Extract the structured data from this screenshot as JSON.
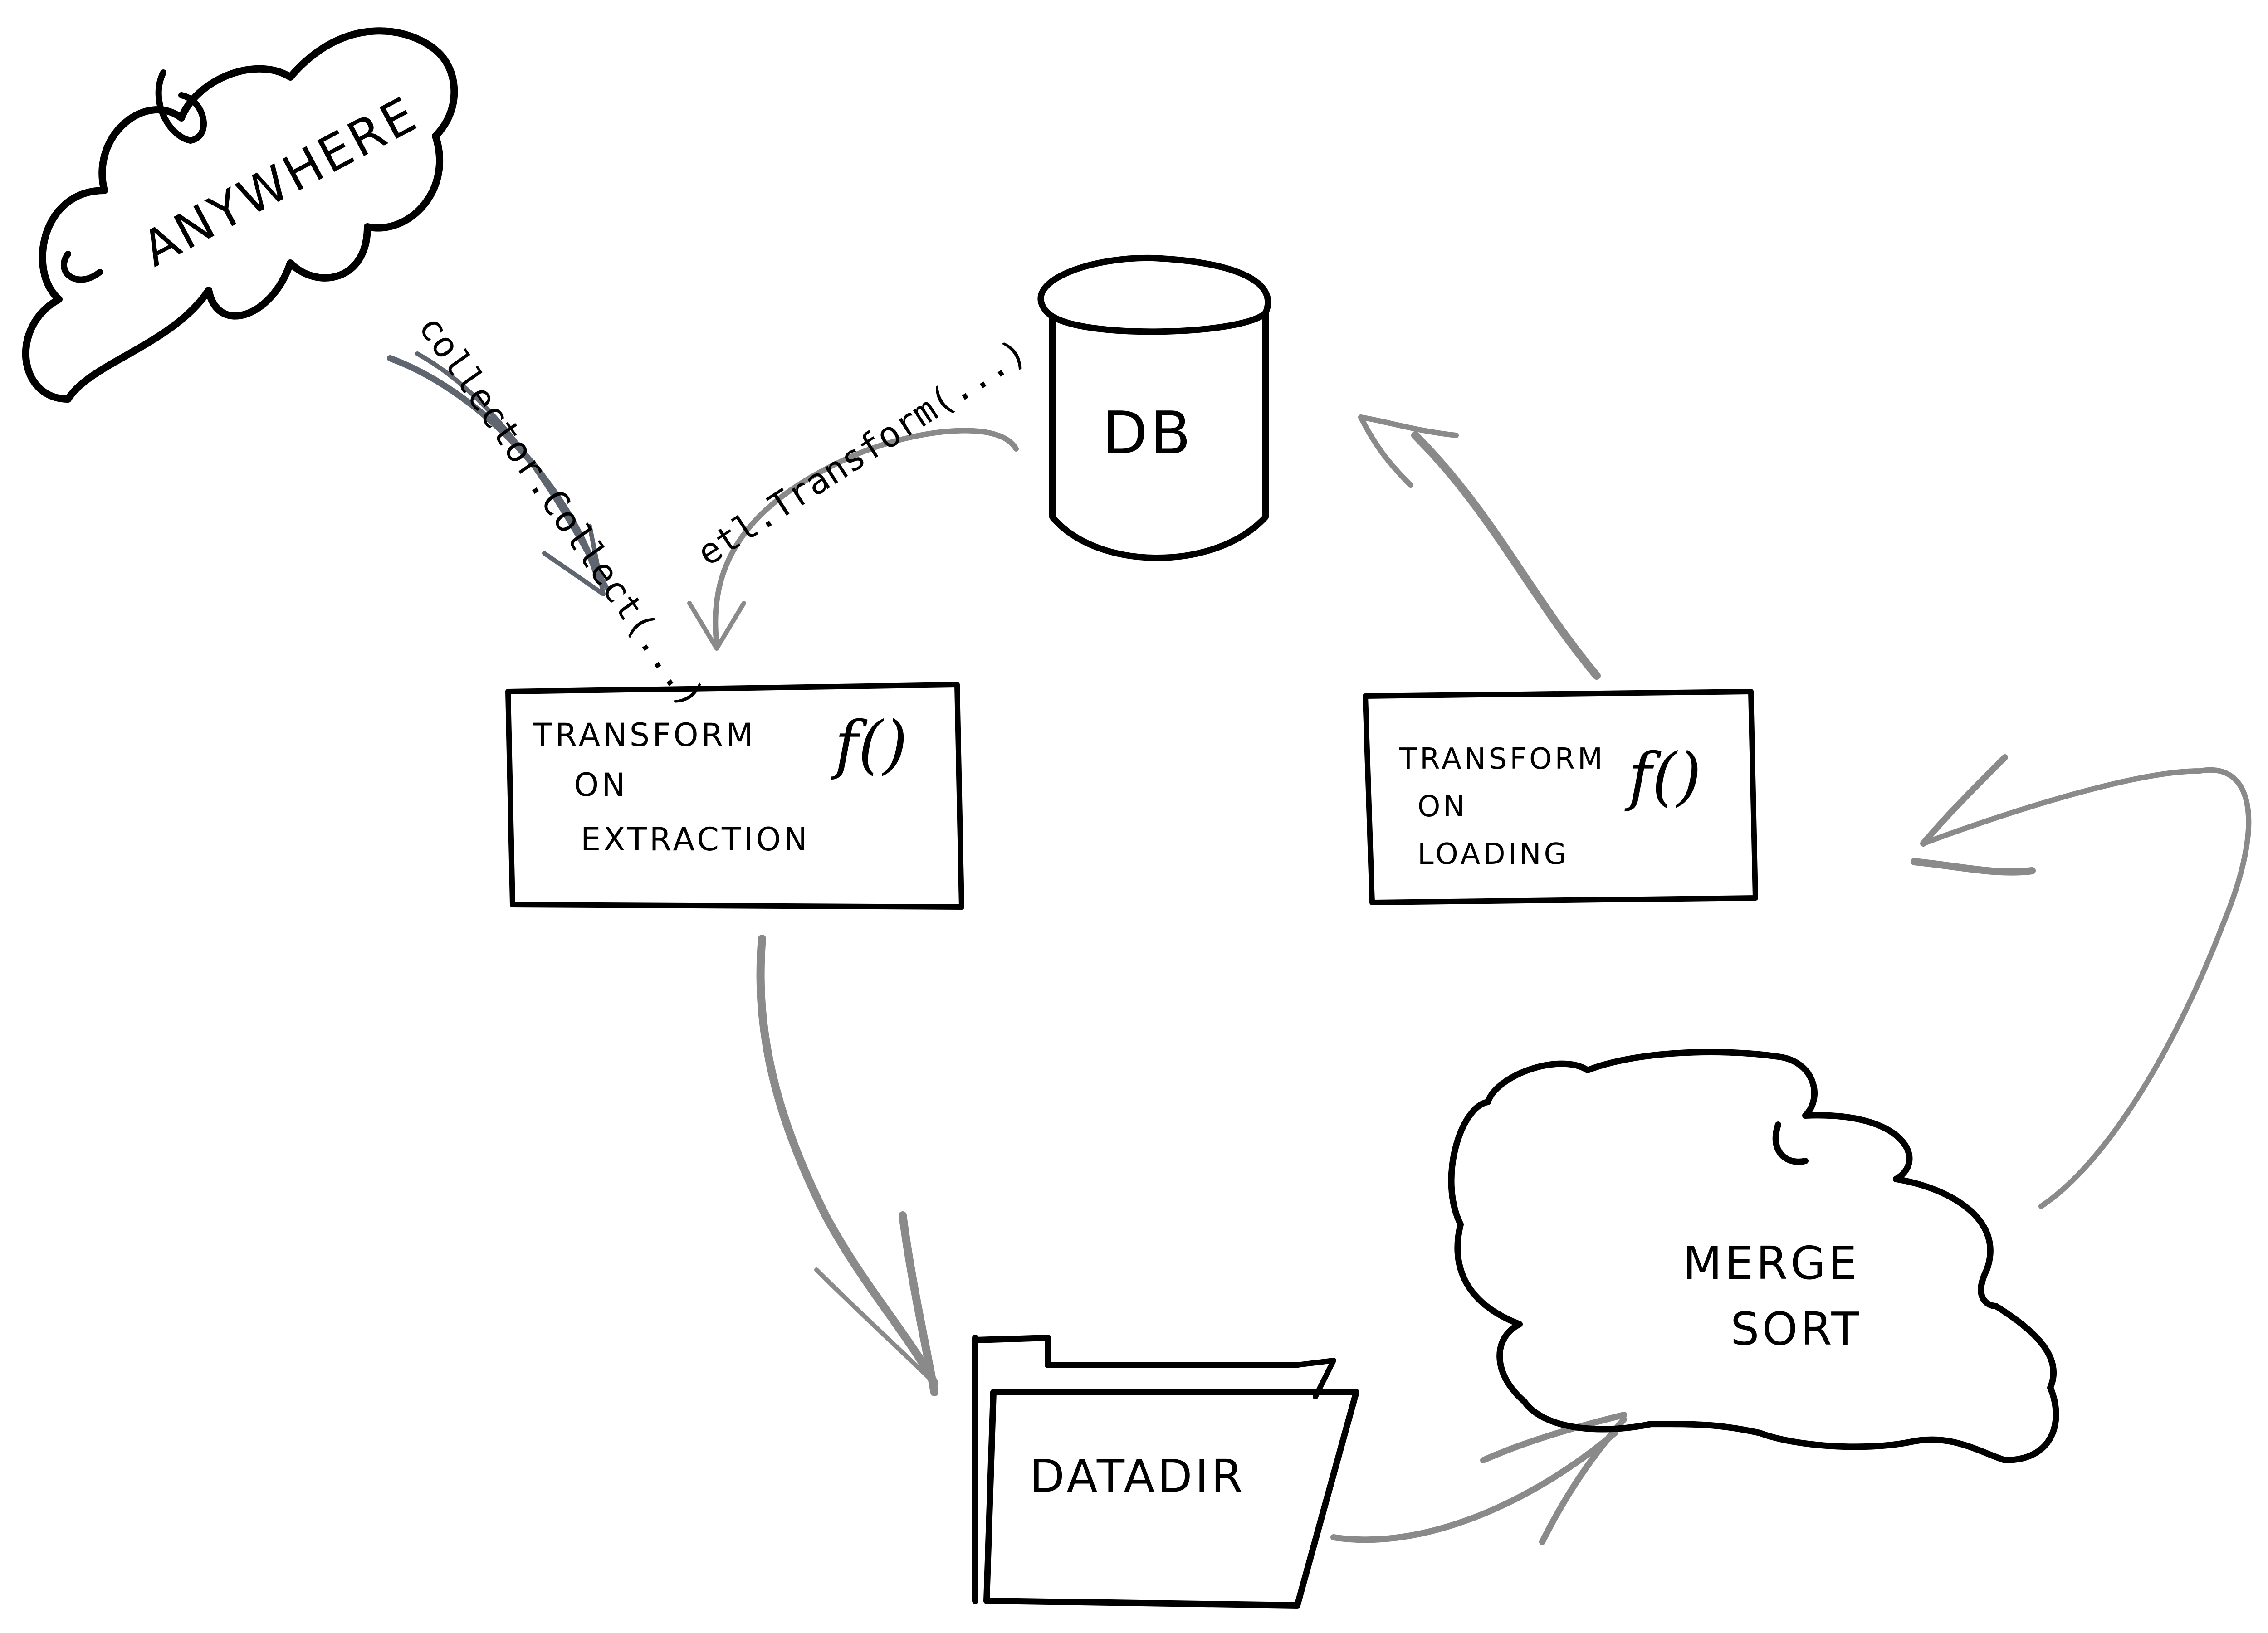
{
  "nodes": {
    "anywhere": {
      "label": "ANYWHERE"
    },
    "db": {
      "label": "DB"
    },
    "transform_extraction": {
      "lines": [
        "TRANSFORM",
        "ON",
        "EXTRACTION"
      ],
      "fn": "f()"
    },
    "transform_loading": {
      "lines": [
        "TRANSFORM",
        "ON",
        "LOADING"
      ],
      "fn": "f()"
    },
    "datadir": {
      "label": "DATADIR"
    },
    "merge_sort": {
      "lines": [
        "MERGE",
        "SORT"
      ]
    }
  },
  "edges": {
    "collect": {
      "label": "collector.Collect(...)"
    },
    "etl_transform": {
      "label": "etl.Transform(...)"
    }
  },
  "colors": {
    "ink": "#000000",
    "arrow": "#8a8a8a",
    "arrow_dark": "#5f6670",
    "background": "#ffffff"
  }
}
